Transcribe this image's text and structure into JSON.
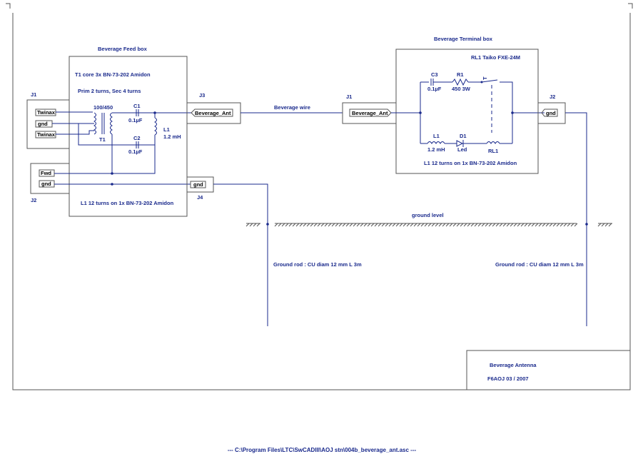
{
  "feed_box": {
    "title": "Beverage Feed box",
    "t1_core": "T1 core 3x BN-73-202 Amidon",
    "prim_sec": "Prim 2 turns, Sec 4 turns",
    "ratio": "100/450",
    "t1": "T1",
    "c1_name": "C1",
    "c1_value": "0.1µF",
    "c2_name": "C2",
    "c2_value": "0.1µF",
    "l1_name": "L1",
    "l1_value": "1.2 mH",
    "l1_note": "L1 12 turns on 1x BN-73-202 Amidon"
  },
  "connectors": {
    "j1_left": "J1",
    "j2_left": "J2",
    "j3": "J3",
    "j4": "J4",
    "j1_right": "J1",
    "j2_right": "J2"
  },
  "ports": {
    "twinax_1": "Twinax",
    "gnd_1": "gnd",
    "twinax_2": "Twinax",
    "fwd": "Fwd",
    "gnd_2": "gnd",
    "beverage_ant_out": "Beverage_Ant",
    "gnd_j4": "gnd",
    "beverage_ant_in": "Beverage_Ant",
    "gnd_term": "gnd"
  },
  "wire": {
    "label": "Beverage wire"
  },
  "terminal_box": {
    "title": "Beverage Terminal box",
    "relay": "RL1  Taiko FXE-24M",
    "c3_name": "C3",
    "c3_value": "0.1µF",
    "r1_name": "R1",
    "r1_value": "450  3W",
    "l1_name": "L1",
    "l1_value": "1.2 mH",
    "d1_name": "D1",
    "d1_value": "Led",
    "rl1": "RL1",
    "switch_mark": "T",
    "l1_note": "L1 12 turns on 1x BN-73-202 Amidon"
  },
  "ground": {
    "level": "ground level",
    "rod_left": "Ground rod : CU diam 12 mm L 3m",
    "rod_right": "Ground rod : CU diam 12 mm L 3m"
  },
  "title_block": {
    "title": "Beverage Antenna",
    "author_date": "F6AOJ   03 / 2007"
  },
  "file_path": "---  C:\\Program Files\\LTC\\SwCADIII\\AOJ stn\\004b_beverage_ant.asc  ---"
}
